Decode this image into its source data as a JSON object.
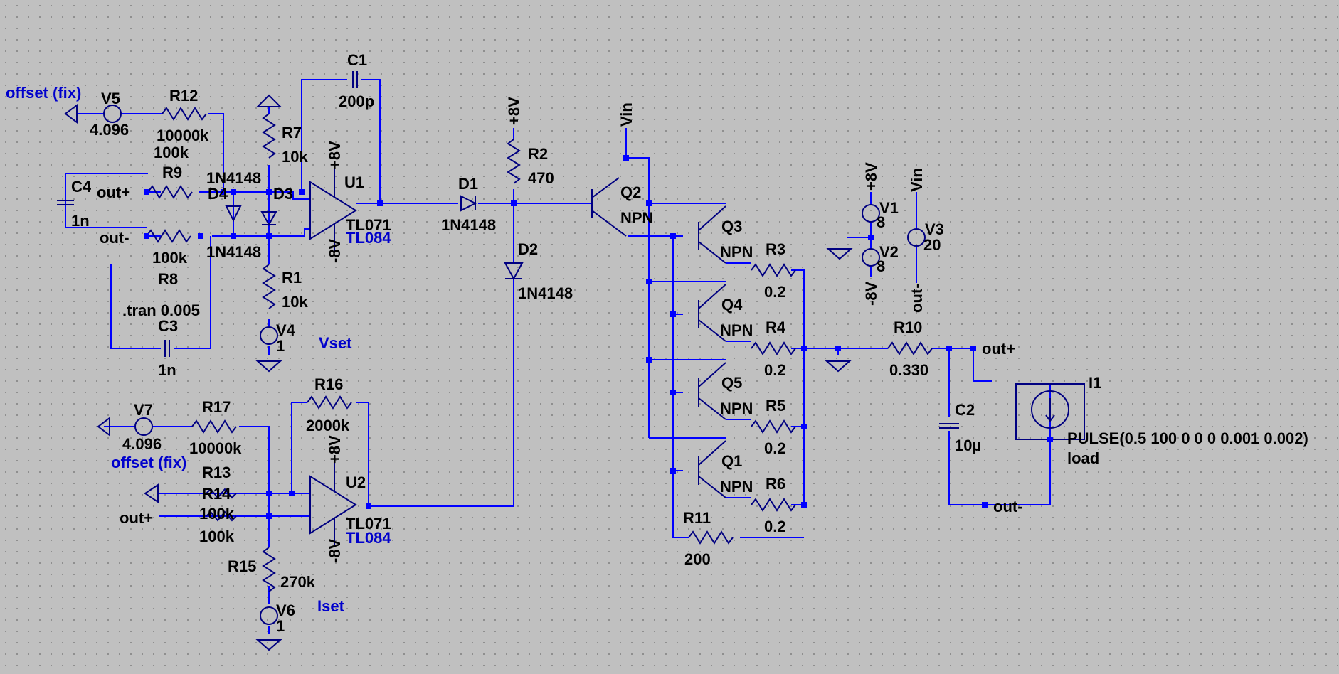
{
  "schematic": {
    "opamps": [
      {
        "ref": "U1",
        "value": "TL071",
        "alt": "TL084",
        "vpos": "+8V",
        "vneg": "-8V"
      },
      {
        "ref": "U2",
        "value": "TL071",
        "alt": "TL084",
        "vpos": "+8V",
        "vneg": "-8V"
      }
    ],
    "resistors": [
      {
        "ref": "R12",
        "value": "10000k"
      },
      {
        "ref": "R9",
        "value": "100k"
      },
      {
        "ref": "R8",
        "value": "100k"
      },
      {
        "ref": "R7",
        "value": "10k"
      },
      {
        "ref": "R1",
        "value": "10k"
      },
      {
        "ref": "R2",
        "value": "470"
      },
      {
        "ref": "R3",
        "value": "0.2"
      },
      {
        "ref": "R4",
        "value": "0.2"
      },
      {
        "ref": "R5",
        "value": "0.2"
      },
      {
        "ref": "R6",
        "value": "0.2"
      },
      {
        "ref": "R10",
        "value": "0.330"
      },
      {
        "ref": "R11",
        "value": "200"
      },
      {
        "ref": "R16",
        "value": "2000k"
      },
      {
        "ref": "R17",
        "value": "10000k"
      },
      {
        "ref": "R13",
        "value": "100k"
      },
      {
        "ref": "R14",
        "value": "100k"
      },
      {
        "ref": "R15",
        "value": "270k"
      }
    ],
    "capacitors": [
      {
        "ref": "C1",
        "value": "200p"
      },
      {
        "ref": "C4",
        "value": "1n"
      },
      {
        "ref": "C3",
        "value": "1n"
      },
      {
        "ref": "C2",
        "value": "10µ"
      }
    ],
    "diodes": [
      {
        "ref": "D1",
        "value": "1N4148"
      },
      {
        "ref": "D2",
        "value": "1N4148"
      },
      {
        "ref": "D3",
        "value": "1N4148"
      },
      {
        "ref": "D4",
        "value": "1N4148"
      }
    ],
    "transistors": [
      {
        "ref": "Q1",
        "value": "NPN"
      },
      {
        "ref": "Q2",
        "value": "NPN"
      },
      {
        "ref": "Q3",
        "value": "NPN"
      },
      {
        "ref": "Q4",
        "value": "NPN"
      },
      {
        "ref": "Q5",
        "value": "NPN"
      }
    ],
    "sources": [
      {
        "ref": "V1",
        "value": "8"
      },
      {
        "ref": "V2",
        "value": "8"
      },
      {
        "ref": "V3",
        "value": "20"
      },
      {
        "ref": "V4",
        "value": "1"
      },
      {
        "ref": "V5",
        "value": "4.096"
      },
      {
        "ref": "V6",
        "value": "1"
      },
      {
        "ref": "V7",
        "value": "4.096"
      },
      {
        "ref": "I1",
        "value": "PULSE(0.5 100 0 0 0 0.001 0.002)",
        "name": "load"
      }
    ],
    "net_labels": {
      "offset_fix": "offset (fix)",
      "vset": "Vset",
      "iset": "Iset",
      "out_plus": "out+",
      "out_minus": "out-",
      "vin": "Vin",
      "p8v": "+8V",
      "m8v": "-8V"
    },
    "directive": ".tran 0.005"
  },
  "colors": {
    "background": "#c0c0c0",
    "wire": "#0000ff",
    "component": "#000080",
    "net_label": "#0000cc",
    "text": "#000000"
  }
}
